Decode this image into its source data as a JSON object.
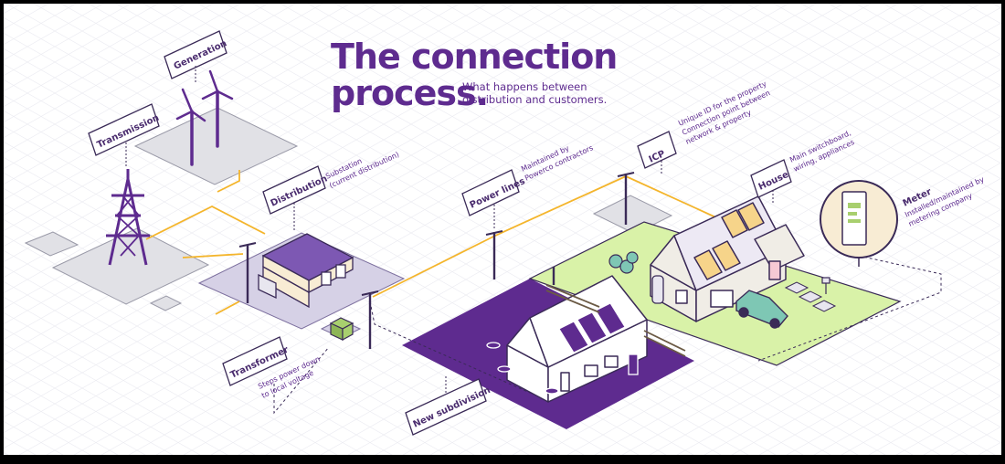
{
  "title": {
    "line1": "The connection",
    "line2": "process."
  },
  "subtitle": {
    "line1": "What happens between",
    "line2": "distribution and customers."
  },
  "labels": {
    "generation": "Generation",
    "transmission": "Transmission",
    "distribution": "Distribution",
    "power_lines": "Power lines",
    "icp": "ICP",
    "house": "House",
    "meter": "Meter",
    "transformer": "Transformer",
    "new_subdivision": "New subdivision"
  },
  "notes": {
    "distribution": [
      "Substation",
      "(current distribution)"
    ],
    "power_lines": [
      "Maintained by",
      "Powerco contractors"
    ],
    "icp": [
      "Unique ID for the property",
      "Connection point between",
      "network & property"
    ],
    "house": [
      "Main switchboard,",
      "wiring, appliances"
    ],
    "meter": [
      "Installed/maintained by",
      "metering company"
    ],
    "transformer": [
      "Steps power down",
      "to local voltage"
    ]
  },
  "colors": {
    "brand_purple": "#5e2b8f",
    "outline": "#3a2a57",
    "cable_yellow": "#f4b52c",
    "grass_green": "#d9f2a8",
    "lilac": "#d6d1e6",
    "solar_yellow": "#f6d48a",
    "background": "#ffffff"
  }
}
